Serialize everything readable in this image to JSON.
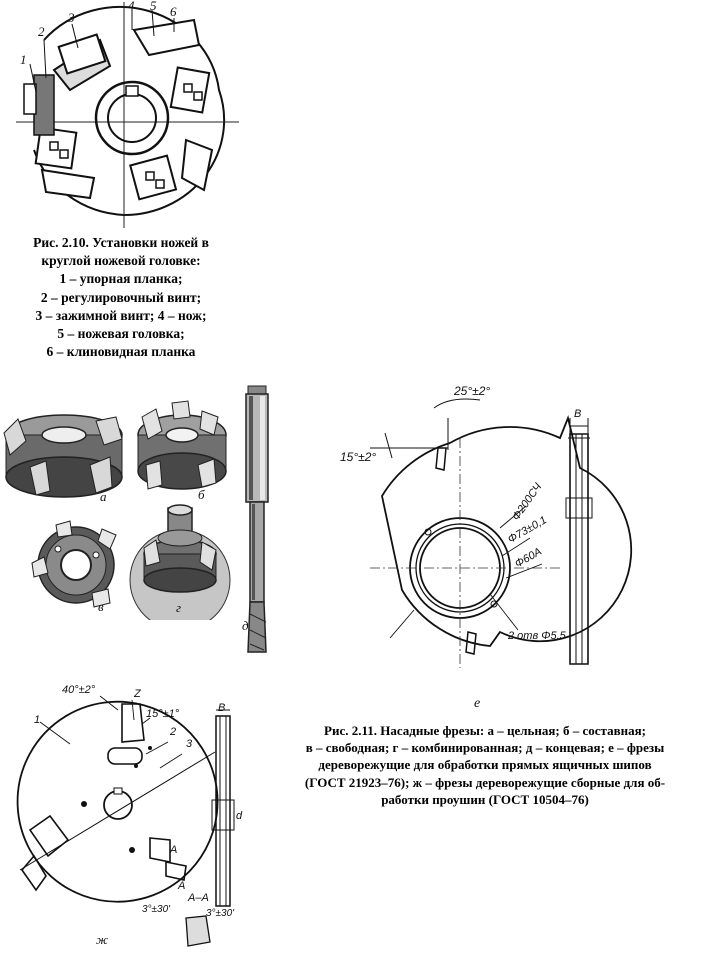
{
  "figure_210": {
    "labels": [
      "1",
      "2",
      "3",
      "4",
      "5",
      "6"
    ],
    "caption_lines": [
      "Рис. 2.10. Установки ножей в",
      "круглой ножевой головке:",
      "1 – упорная планка;",
      "2 – регулировочный винт;",
      "3 – зажимной винт; 4 – нож;",
      "5 – ножевая головка;",
      "6 – клиновидная планка"
    ]
  },
  "figure_211": {
    "sublabels": {
      "a": "а",
      "b": "б",
      "v": "в",
      "g": "г",
      "d": "д",
      "e": "е",
      "zh": "ж"
    },
    "dims_e": {
      "angle_top": "25°±2°",
      "angle_left": "15°±2°",
      "d200": "Φ200СЧ",
      "d73": "Φ73±0,1",
      "d60": "Φ60А",
      "holes": "2 отв  Φ5,5",
      "b": "B"
    },
    "dims_zh": {
      "angle_top": "40°±2°",
      "z": "Z",
      "angle_15": "15°±1°",
      "n1": "1",
      "n2": "2",
      "n3": "3",
      "b": "B",
      "d": "d",
      "a1": "А",
      "a2": "А",
      "section": "А–А",
      "angle_bl": "3°±30'",
      "angle_br": "3°±30'"
    },
    "caption_lines": [
      "Рис. 2.11. Насадные фрезы: а – цельная; б – составная;",
      "в – свободная; г – комбинированная; д – концевая; е – фрезы",
      "дереворежущие для обработки прямых ящичных шипов",
      "(ГОСТ 21923–76); ж – фрезы дереворежущие сборные для об-",
      "работки проушин (ГОСТ 10504–76)"
    ]
  }
}
